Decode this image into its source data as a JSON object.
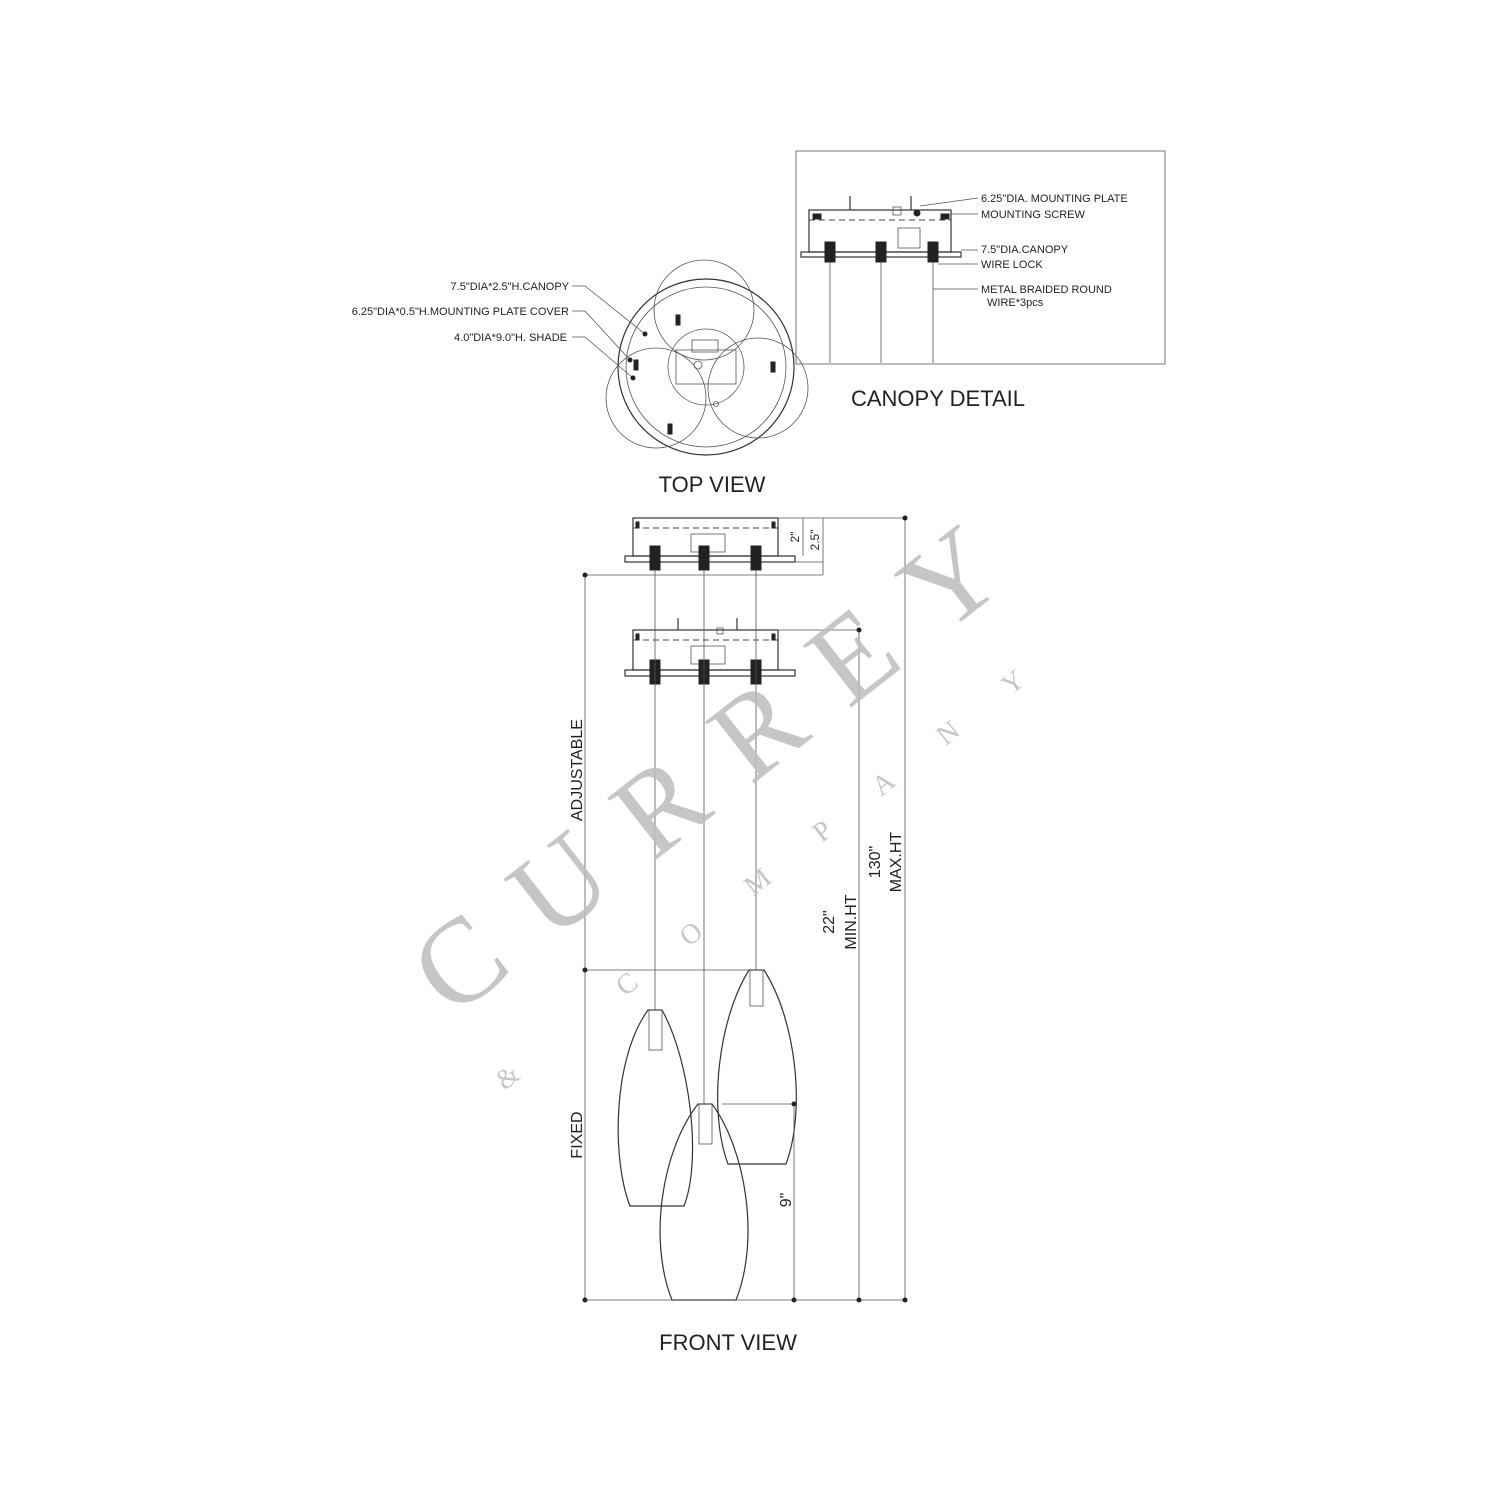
{
  "views": {
    "top_view": "TOP VIEW",
    "canopy_detail": "CANOPY DETAIL",
    "front_view": "FRONT VIEW"
  },
  "top_view_callouts": {
    "canopy": "7.5\"DIA*2.5\"H.CANOPY",
    "mounting_plate_cover": "6.25\"DIA*0.5\"H.MOUNTING PLATE COVER",
    "shade": "4.0\"DIA*9.0\"H. SHADE"
  },
  "canopy_detail_callouts": {
    "mounting_plate": "6.25\"DIA. MOUNTING PLATE",
    "mounting_screw": "MOUNTING SCREW",
    "canopy": "7.5\"DIA.CANOPY",
    "wire_lock": "WIRE LOCK",
    "wire_line1": "METAL BRAIDED ROUND",
    "wire_line2": "WIRE*3pcs"
  },
  "dimensions": {
    "plate_height": "2\"",
    "canopy_height": "2.5\"",
    "adjustable": "ADJUSTABLE",
    "fixed": "FIXED",
    "shade_height": "9\"",
    "min_value": "22\"",
    "min_label": "MIN.HT",
    "max_value": "130\"",
    "max_label": "MAX.HT"
  },
  "watermark": {
    "brand": "CURREY",
    "sub": "& COMPANY"
  },
  "colors": {
    "line": "#333333",
    "watermark": "#bdbdbd",
    "background": "#ffffff"
  }
}
